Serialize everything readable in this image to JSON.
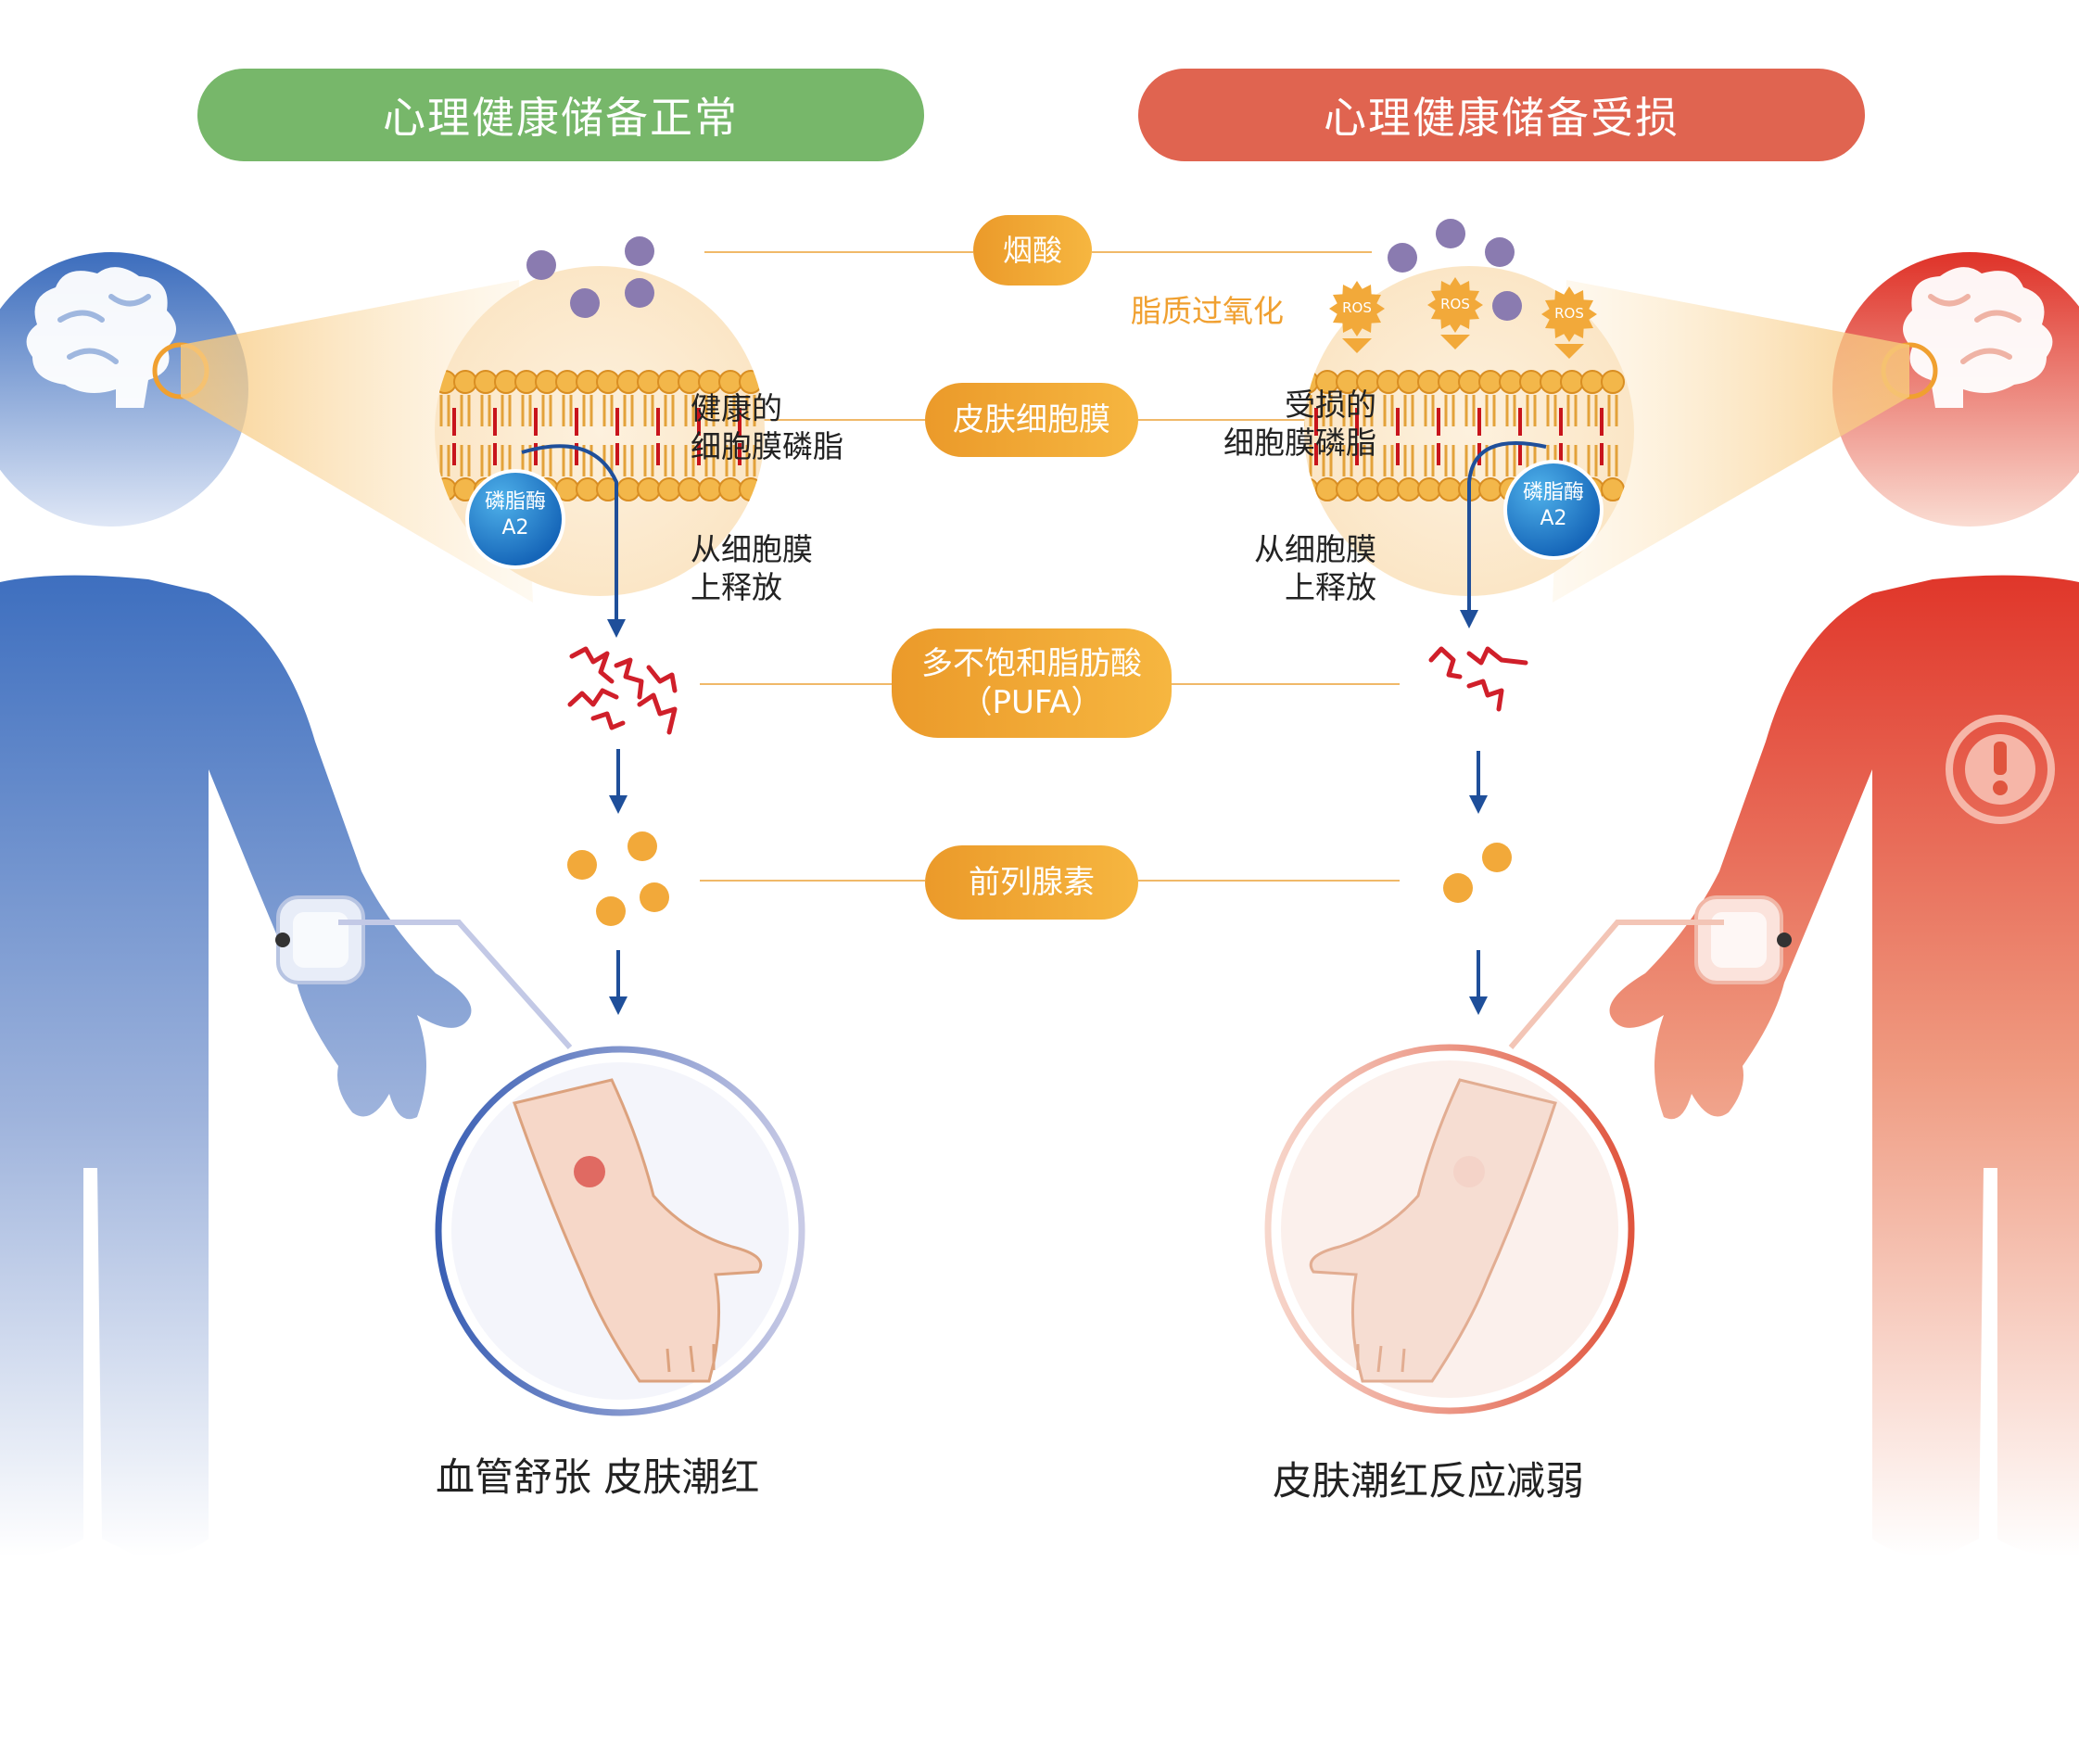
{
  "header": {
    "left_title": "心理健康储备正常",
    "right_title": "心理健康储备受损"
  },
  "steps": {
    "niacin": "烟酸",
    "skin_membrane": "皮肤细胞膜",
    "pufa_line1": "多不饱和脂肪酸",
    "pufa_line2": "（PUFA）",
    "prostaglandin": "前列腺素"
  },
  "left": {
    "phospholipid_line1": "健康的",
    "phospholipid_line2": "细胞膜磷脂",
    "enzyme_line1": "磷脂酶",
    "enzyme_line2": "A2",
    "release_line1": "从细胞膜",
    "release_line2": "上释放",
    "result": "血管舒张  皮肤潮红"
  },
  "right": {
    "lipid_peroxidation": "脂质过氧化",
    "ros": "ROS",
    "phospholipid_line1": "受损的",
    "phospholipid_line2": "细胞膜磷脂",
    "enzyme_line1": "磷脂酶",
    "enzyme_line2": "A2",
    "release_line1": "从细胞膜",
    "release_line2": "上释放",
    "result": "皮肤潮红反应减弱"
  },
  "colors": {
    "normal_green": "#77b76a",
    "impaired_red": "#e06450",
    "orange": "#f0a030",
    "blue_figure": "#4a78c0",
    "red_figure": "#e23a2a",
    "arrow_blue": "#1f4f9a",
    "niacin_purple": "#8a7bb0"
  }
}
